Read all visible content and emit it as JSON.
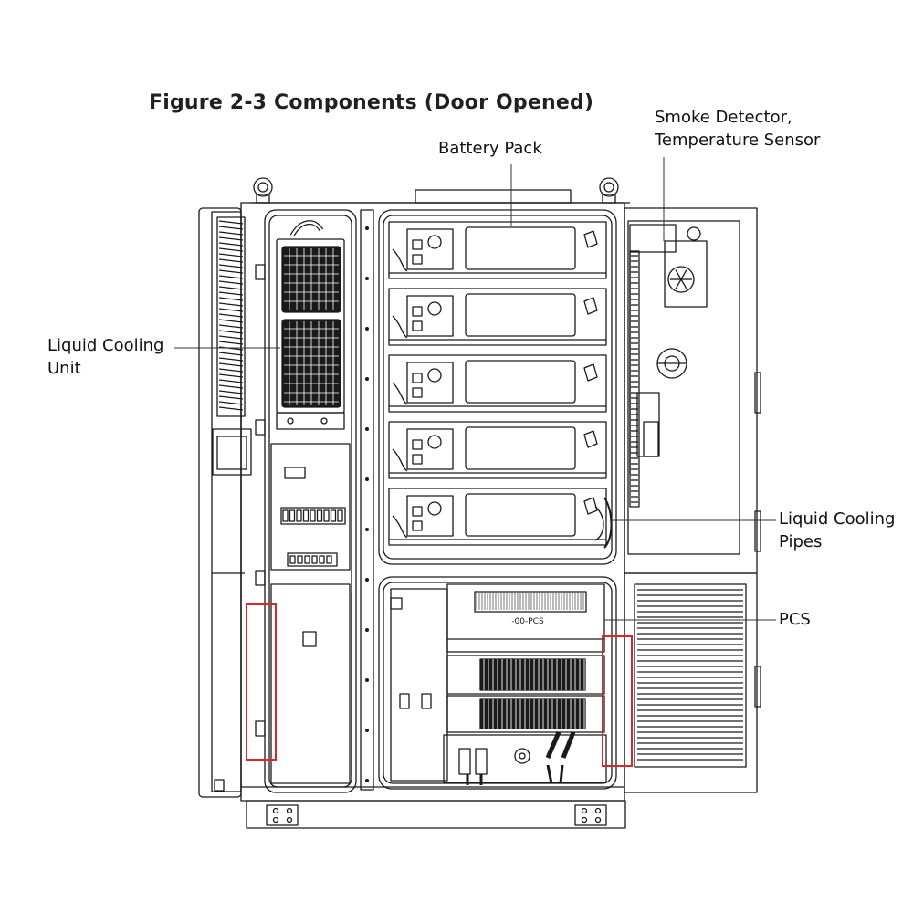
{
  "figure": {
    "title": "Figure 2-3 Components (Door Opened)"
  },
  "callouts": {
    "battery_pack": "Battery Pack",
    "smoke_detector_line1": "Smoke Detector,",
    "smoke_detector_line2": "Temperature Sensor",
    "liquid_cooling_unit_line1": "Liquid Cooling",
    "liquid_cooling_unit_line2": "Unit",
    "liquid_cooling_pipes_line1": "Liquid Cooling",
    "liquid_cooling_pipes_line2": "Pipes",
    "pcs": "PCS"
  },
  "equipment_labels": {
    "pcs_nameplate": "-00-PCS"
  },
  "colors": {
    "line": "#1a1a1a",
    "highlight_box": "#d9262c",
    "background": "#ffffff"
  }
}
